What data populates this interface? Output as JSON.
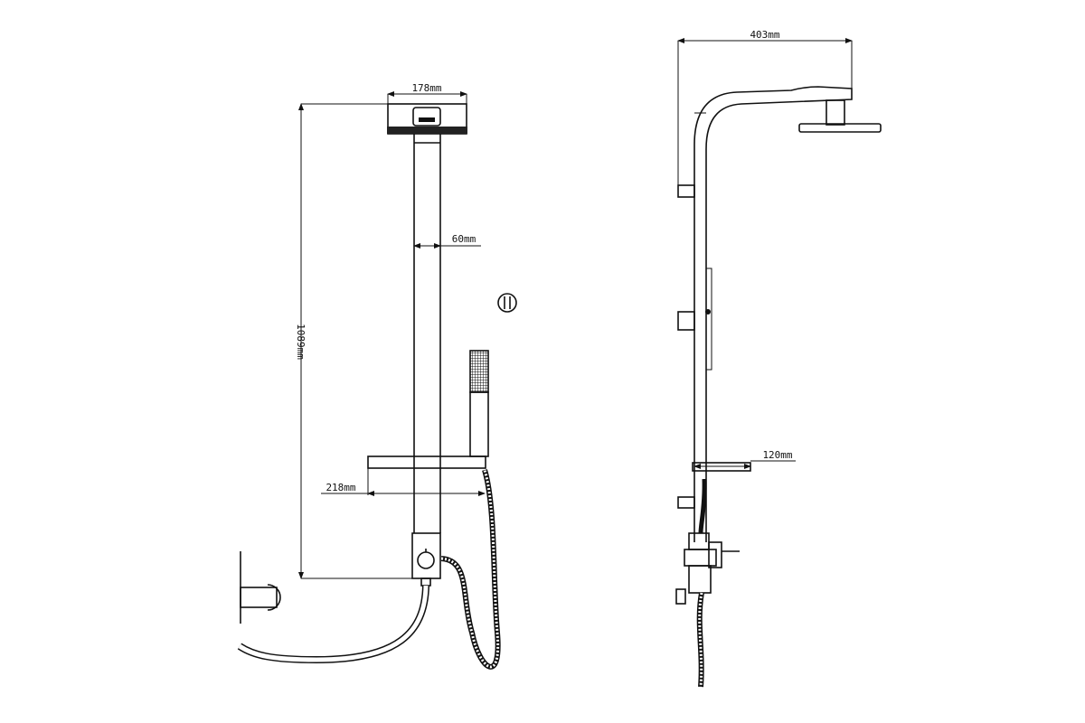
{
  "drawing": {
    "front_view": {
      "dimensions": {
        "head_width": "178mm",
        "pole_width": "60mm",
        "total_height": "1089mm",
        "shelf_length": "218mm"
      }
    },
    "side_view": {
      "dimensions": {
        "arm_reach": "403mm",
        "shelf_depth": "120mm"
      }
    },
    "colors": {
      "line": "#111111",
      "background": "#ffffff"
    }
  }
}
